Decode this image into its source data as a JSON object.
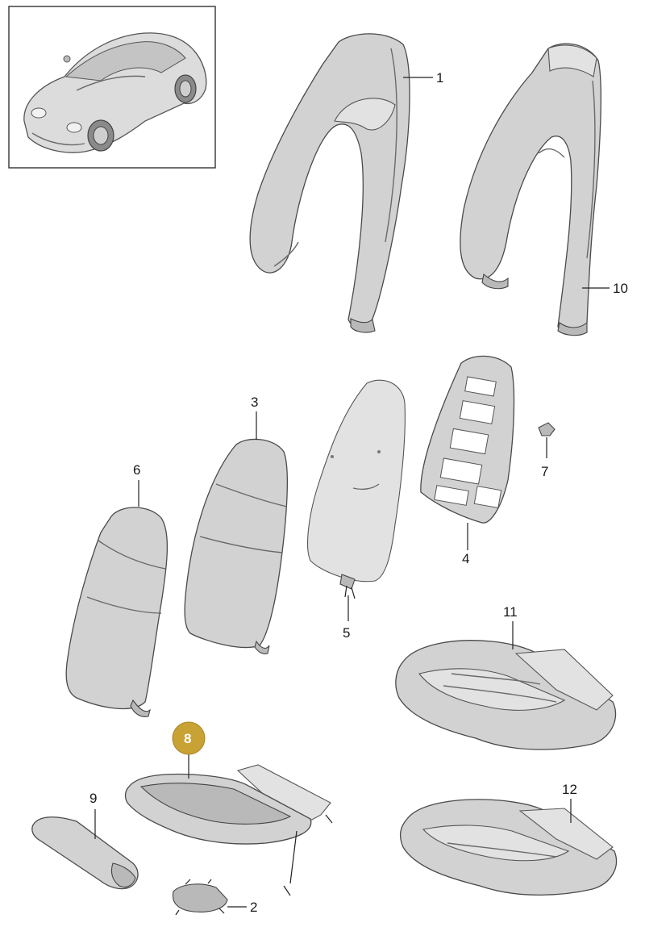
{
  "diagram": {
    "labels": {
      "p1": "1",
      "p2": "2",
      "p3": "3",
      "p4": "4",
      "p5": "5",
      "p6": "6",
      "p7": "7",
      "p8": "8",
      "p9": "9",
      "p10": "10",
      "p11": "11",
      "p12": "12"
    },
    "highlighted_part": "8",
    "colors": {
      "highlight": "#c9a235",
      "part_fill": "#d2d2d2",
      "outline": "#4a4a4a"
    }
  }
}
